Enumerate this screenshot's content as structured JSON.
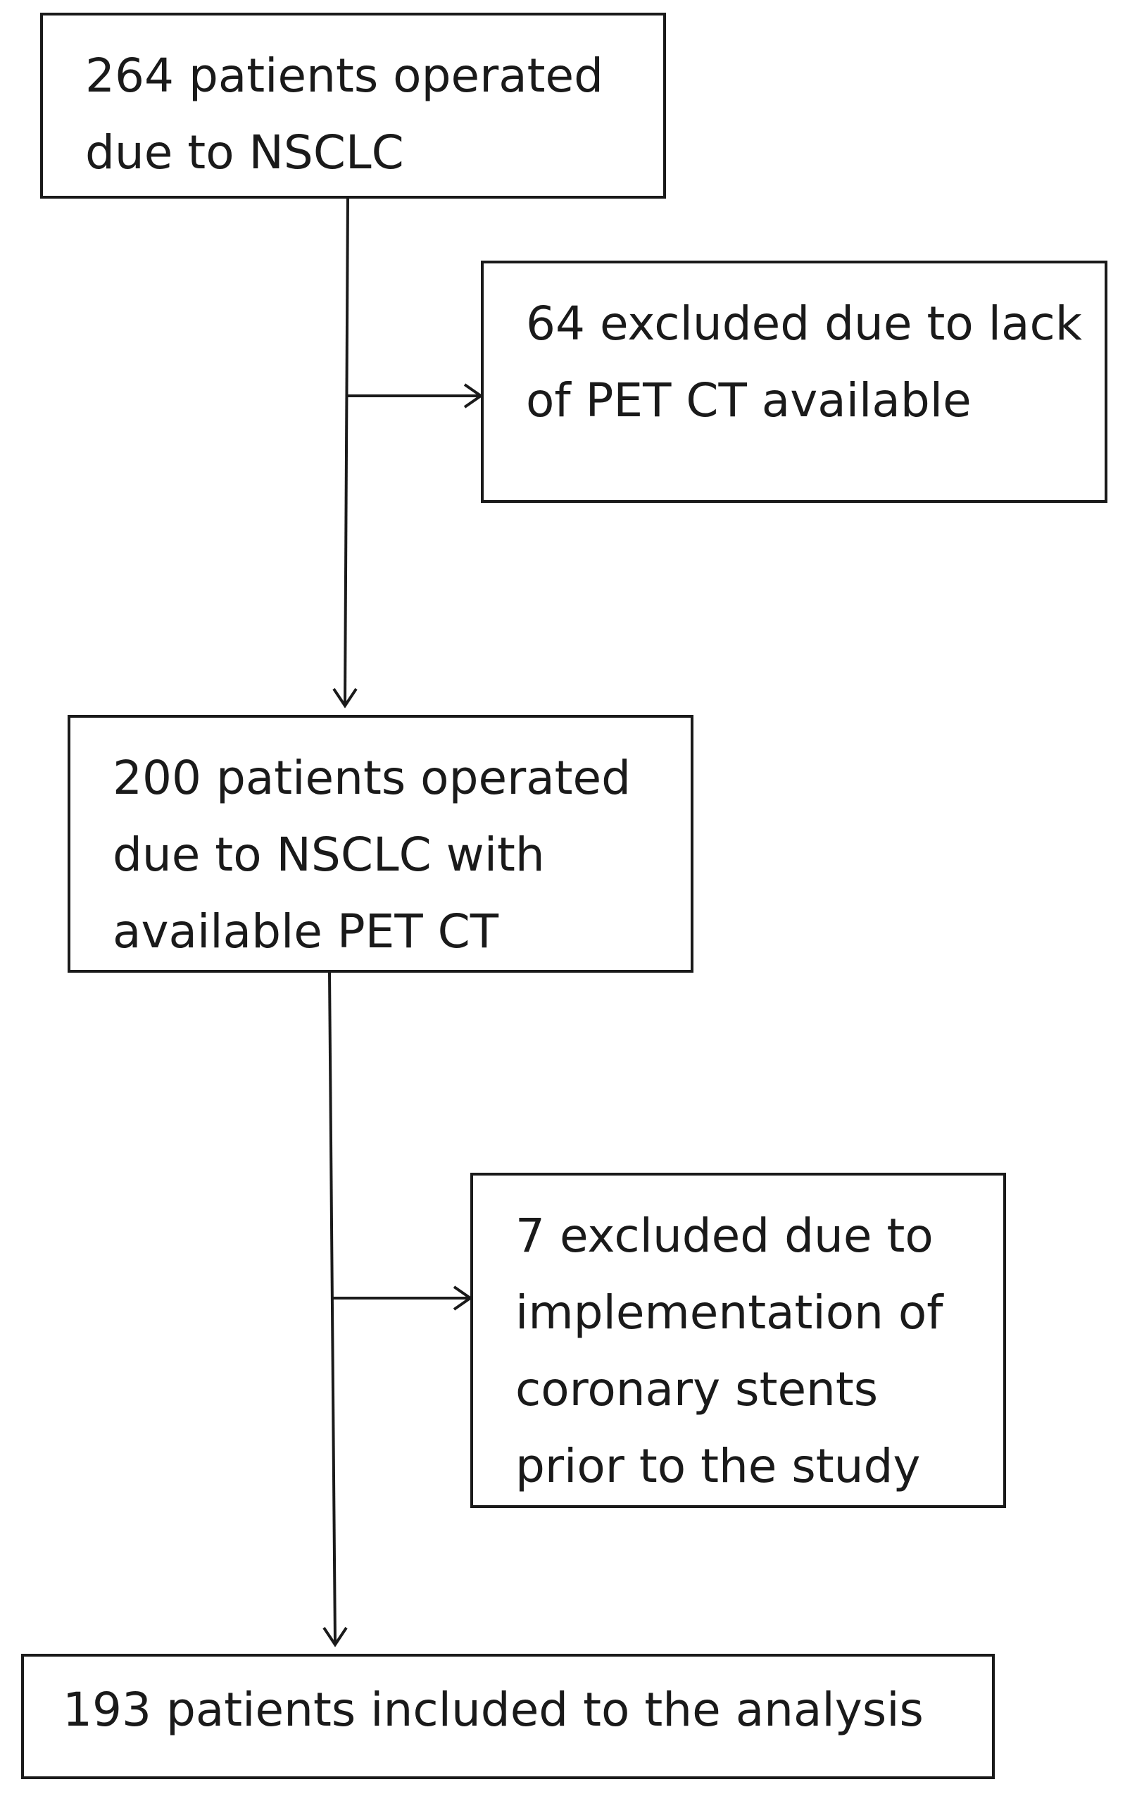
{
  "nodes": {
    "start": {
      "lines": [
        "264 patients operated",
        "due to NSCLC"
      ]
    },
    "exclusion_1": {
      "lines": [
        "64 excluded due to lack",
        "of PET CT available"
      ]
    },
    "middle": {
      "lines": [
        "200 patients operated",
        "due to NSCLC with",
        "available PET CT"
      ]
    },
    "exclusion_2": {
      "lines": [
        "7 excluded due to",
        "implementation of",
        "coronary stents",
        "prior to the study"
      ]
    },
    "final": {
      "lines": [
        "193 patients included to the analysis"
      ]
    }
  },
  "colors": {
    "stroke": "#1a1a1a",
    "background": "#ffffff"
  }
}
